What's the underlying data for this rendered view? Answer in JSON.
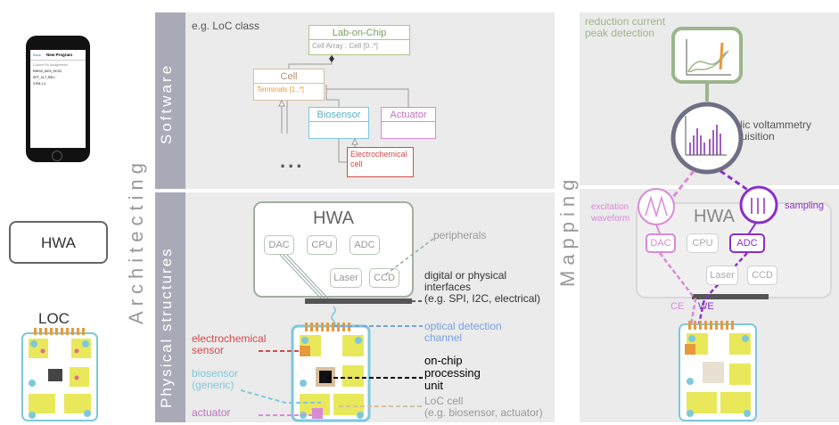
{
  "left": {
    "phone": {
      "screen_title": "New Program",
      "back_label": "Back",
      "section_label": "Custom Pin Assignments",
      "rows": [
        "EMISS_MCS_HCG2",
        "SPT_CLT_RB 1",
        "3 EM-1 4"
      ]
    },
    "hwa_label": "HWA",
    "loc_label": "LOC",
    "vertical_label": "Architecting"
  },
  "software": {
    "band_label": "Software",
    "example_label": "e.g. LoC class",
    "lab_on_chip": {
      "title": "Lab-on-Chip",
      "attr": "Cell Array : Cell [0..*]"
    },
    "cell": {
      "title": "Cell",
      "attr": "Terminals [1..*]"
    },
    "biosensor": "Biosensor",
    "actuator": "Actuator",
    "electrochemical": "Electrochemical cell",
    "ellipsis": "..."
  },
  "physical": {
    "band_label": "Physical structures",
    "hwa_title": "HWA",
    "blocks": [
      "DAC",
      "CPU",
      "ADC",
      "Laser",
      "CCD"
    ],
    "peripherals": "peripherals",
    "interfaces": [
      "digital or physical",
      "interfaces",
      "(e.g. SPI, I2C, electrical)"
    ],
    "optical": [
      "optical detection",
      "channel"
    ],
    "electrochemical_sensor": [
      "electrochemical",
      "sensor"
    ],
    "biosensor": [
      "biosensor",
      "(generic)"
    ],
    "actuator": "actuator",
    "onchip": [
      "on-chip",
      "processing",
      "unit"
    ],
    "loc_cell": [
      "LoC cell",
      "(e.g. biosensor, actuator)"
    ]
  },
  "mapping": {
    "vertical_label": "Mapping",
    "reduction": [
      "reduction current",
      "peak detection"
    ],
    "cyclic": [
      "cyclic voltammetry",
      "acquisition"
    ],
    "excitation": [
      "excitation",
      "waveform"
    ],
    "sampling": "sampling",
    "hwa_title": "HWA",
    "blocks": [
      "DAC",
      "CPU",
      "ADC",
      "Laser",
      "CCD"
    ],
    "ce": "CE",
    "we": "WE"
  },
  "colors": {
    "green": "#9db58c",
    "cyan": "#7ec8dc",
    "pink": "#d98ad6",
    "purple": "#8a2fc8",
    "red": "#d24a4a",
    "orange": "#e89a3a",
    "gray_text": "#9a9a9a"
  }
}
